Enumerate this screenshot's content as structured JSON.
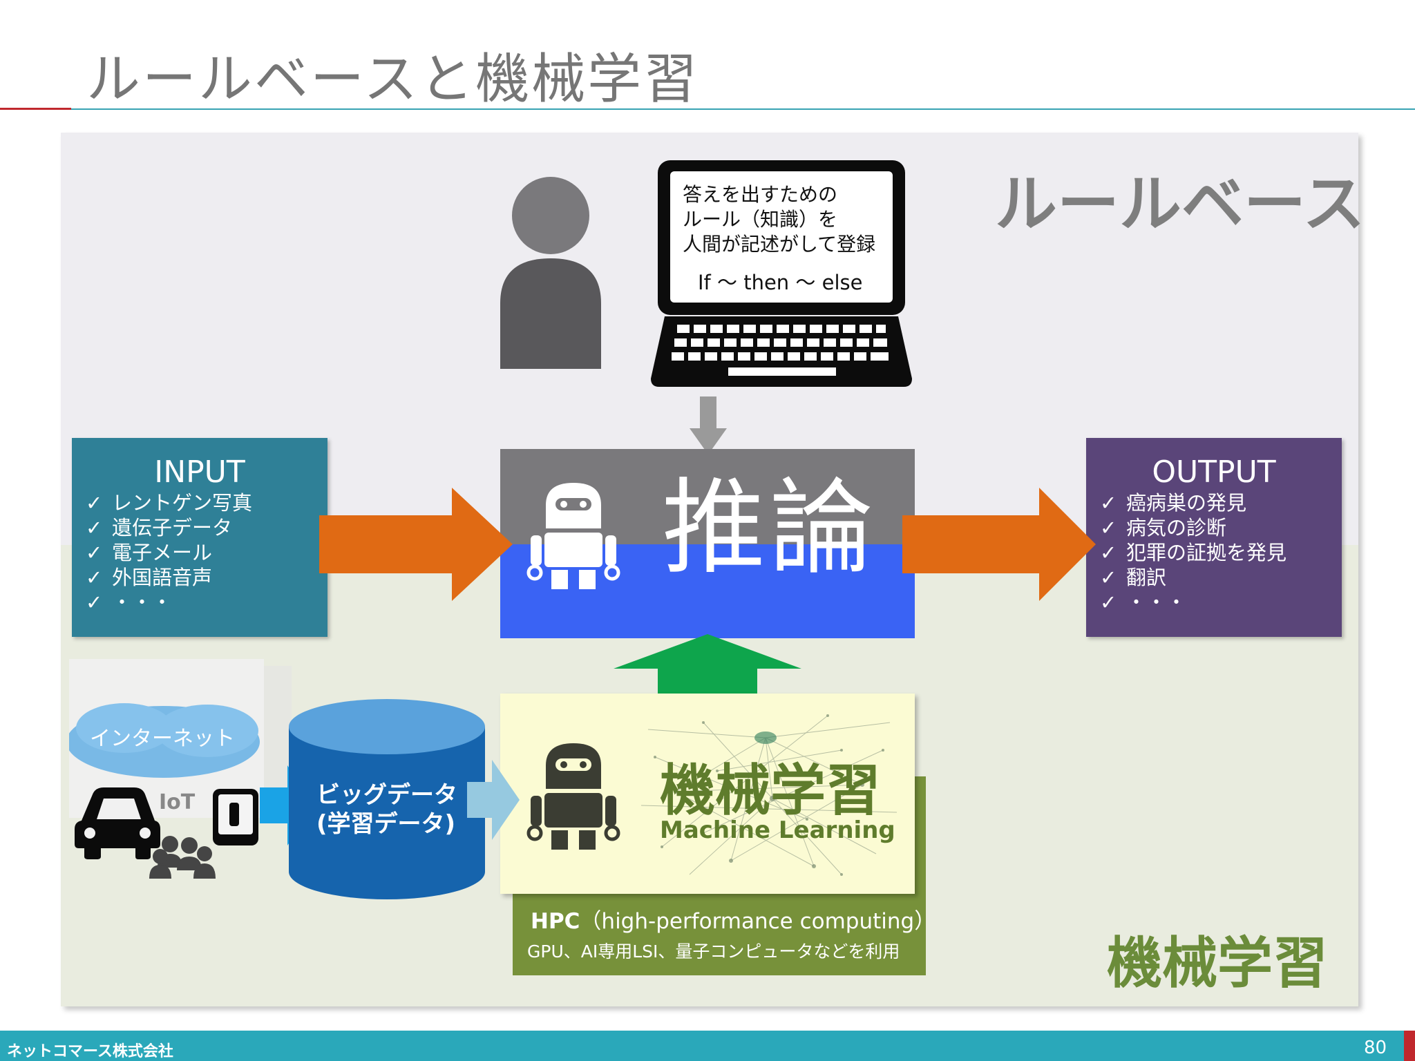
{
  "title": "ルールベースと機械学習",
  "rule_base_heading": "ルールベース",
  "ml_heading": "機械学習",
  "laptop_text": [
    "答えを出すための",
    "ルール（知識）を",
    "人間が記述がして登録"
  ],
  "laptop_code": "If 〜 then 〜 else",
  "inference": "推論",
  "input": {
    "title": "INPUT",
    "check": "✓",
    "items": [
      "レントゲン写真",
      "遺伝子データ",
      "電子メール",
      "外国語音声",
      "・・・"
    ]
  },
  "output": {
    "title": "OUTPUT",
    "check": "✓",
    "items": [
      "癌病巣の発見",
      "病気の診断",
      "犯罪の証拠を発見",
      "翻訳",
      "・・・"
    ]
  },
  "ml": {
    "label": "機械学習",
    "sub": "Machine Learning"
  },
  "hpc": {
    "title_bold": "HPC",
    "title_rest": "（high-performance computing）",
    "sub": "GPU、AI専用LSI、量子コンピュータなどを利用"
  },
  "sources": {
    "internet": "インターネット",
    "iot": "IoT"
  },
  "bigdata": [
    "ビッグデータ",
    "(学習データ)"
  ],
  "footer": {
    "company": "ネットコマース株式会社",
    "page": "80"
  },
  "colors": {
    "input_box": "#2f8097",
    "output_box": "#5a4579",
    "inference_top": "#7a797c",
    "inference_bottom": "#3a63f4",
    "arrows": "#e06a14",
    "green_arrow": "#0ea54c",
    "ml_green": "#5f7c2c",
    "footer": "#2aa8ba"
  }
}
